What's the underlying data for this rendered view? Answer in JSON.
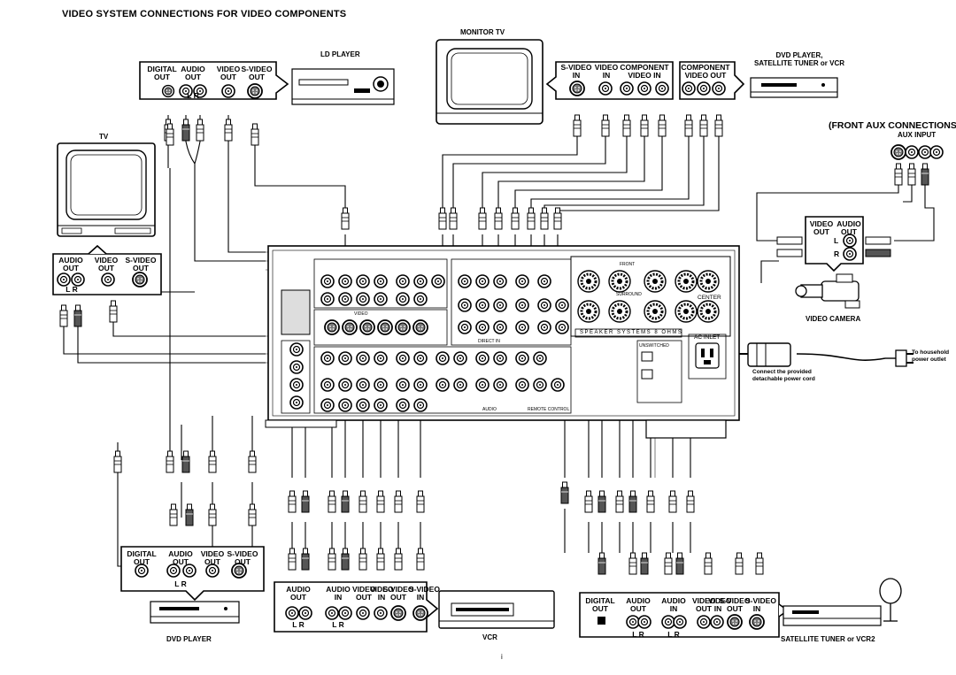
{
  "title": "VIDEO SYSTEM CONNECTIONS FOR VIDEO COMPONENTS",
  "devices": {
    "ld_player": "LD PLAYER",
    "monitor_tv": "MONITOR TV",
    "dvd_sat_vcr": [
      "DVD PLAYER,",
      "SATELLITE TUNER or VCR"
    ],
    "tv": "TV",
    "dvd_player": "DVD PLAYER",
    "vcr": "VCR",
    "sat_vcr2": "SATELLITE TUNER or VCR2",
    "video_camera": "VIDEO CAMERA"
  },
  "front_aux": {
    "heading": "(FRONT AUX CONNECTIONS)",
    "subheading": "AUX INPUT"
  },
  "ld_panel": {
    "digital_audio_out": [
      "DIGITAL",
      "OUT"
    ],
    "audio_out": [
      "AUDIO",
      "OUT"
    ],
    "video_out": [
      "VIDEO",
      "OUT"
    ],
    "svideo_out": [
      "S-VIDEO",
      "OUT"
    ],
    "lr": "L   R"
  },
  "monitor_panel": {
    "svideo_in": [
      "S-VIDEO",
      "IN"
    ],
    "video_in": [
      "VIDEO",
      "IN"
    ],
    "component_video_in": [
      "COMPONENT",
      "VIDEO IN"
    ]
  },
  "dvd_top_panel": {
    "component_video_out": [
      "COMPONENT",
      "VIDEO OUT"
    ]
  },
  "tv_panel": {
    "audio_out": [
      "AUDIO",
      "OUT"
    ],
    "video_out": [
      "VIDEO",
      "OUT"
    ],
    "svideo_out": [
      "S-VIDEO",
      "OUT"
    ],
    "lr": "L  R"
  },
  "camera_panel": {
    "video_out": [
      "VIDEO",
      "OUT"
    ],
    "audio_out": [
      "AUDIO",
      "OUT"
    ],
    "l": "L",
    "r": "R"
  },
  "dvd_bottom_panel": {
    "digital_out": [
      "DIGITAL",
      "OUT"
    ],
    "audio_out": [
      "AUDIO",
      "OUT"
    ],
    "video_out": [
      "VIDEO",
      "OUT"
    ],
    "svideo_out": [
      "S-VIDEO",
      "OUT"
    ],
    "lr": "L  R"
  },
  "vcr_panel": {
    "audio_out": [
      "AUDIO",
      "OUT"
    ],
    "audio_in": [
      "AUDIO",
      "IN"
    ],
    "video_out": [
      "VIDEO",
      "OUT"
    ],
    "video_in": [
      "VIDEO",
      "IN"
    ],
    "svideo_out": [
      "S-VIDEO",
      "OUT"
    ],
    "svideo_in": [
      "S-VIDEO",
      "IN"
    ],
    "lr": "L  R"
  },
  "sat_panel": {
    "digital_out": [
      "DIGITAL",
      "OUT"
    ],
    "audio_out": [
      "AUDIO",
      "OUT"
    ],
    "audio_in": [
      "AUDIO",
      "IN"
    ],
    "video_out": [
      "VIDEO",
      "OUT"
    ],
    "video_in": [
      "VIDEO",
      "IN"
    ],
    "svideo_out": [
      "S-VIDEO",
      "OUT"
    ],
    "svideo_in": [
      "S-VIDEO",
      "IN"
    ],
    "lr": "L  R"
  },
  "receiver": {
    "speaker_systems": "SPEAKER  SYSTEMS  8 OHMS",
    "center": "CENTER",
    "ac_inlet": "AC INLET",
    "unswitched": "UNSWITCHED",
    "front": "FRONT",
    "surround": "SURROUND",
    "video": "VIDEO",
    "audio": "AUDIO",
    "direct_in": "DIRECT IN",
    "remote_control": "REMOTE CONTROL"
  },
  "power": {
    "note": [
      "Connect the provided",
      "detachable power cord"
    ],
    "household": [
      "To household",
      "power outlet"
    ]
  },
  "page_marker": "i"
}
